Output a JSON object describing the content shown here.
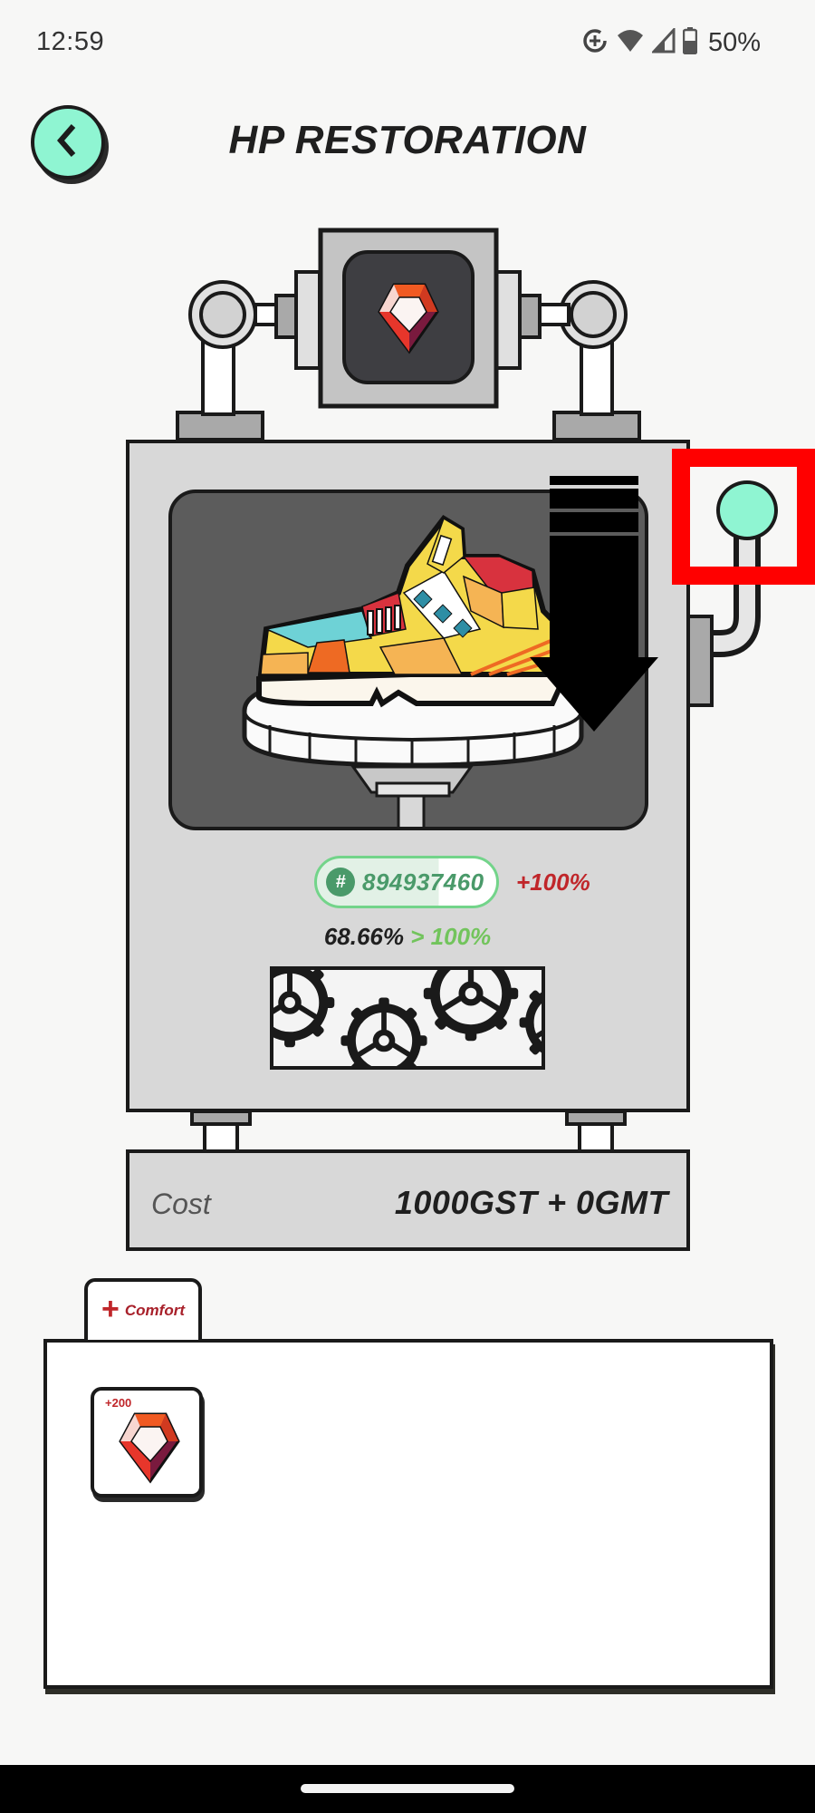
{
  "status_bar": {
    "time": "12:59",
    "battery_percent": "50%",
    "icons": [
      "data-saver-icon",
      "wifi-icon",
      "cellular-signal-icon",
      "battery-icon"
    ]
  },
  "header": {
    "back_icon": "chevron-left-icon",
    "title": "HP RESTORATION"
  },
  "machine": {
    "top_gem_icon": "comfort-gem-icon",
    "sneaker_image": "sneaker-icon",
    "sneaker_id_prefix": "#",
    "sneaker_id": "894937460",
    "boost": "+100%",
    "hp_current": "68.66%",
    "hp_arrow": ">",
    "hp_target": "100%",
    "decorative": "gears-icon"
  },
  "cost": {
    "label": "Cost",
    "value": "1000GST + 0GMT"
  },
  "lever": {
    "icon": "lever-knob-icon"
  },
  "annotation": {
    "highlight_color": "#ff0000",
    "arrow_color": "#000000"
  },
  "items_panel": {
    "tab": {
      "icon": "plus-icon",
      "label": "Comfort"
    },
    "items": [
      {
        "amount": "+200",
        "icon": "comfort-gem-icon"
      }
    ]
  },
  "colors": {
    "accent_mint": "#8ff5d2",
    "boost_red": "#c0262a",
    "hp_green": "#72c45c",
    "id_green": "#4a9a6a",
    "machine_gray": "#d8d8d8",
    "window_gray": "#5c5c5c"
  }
}
